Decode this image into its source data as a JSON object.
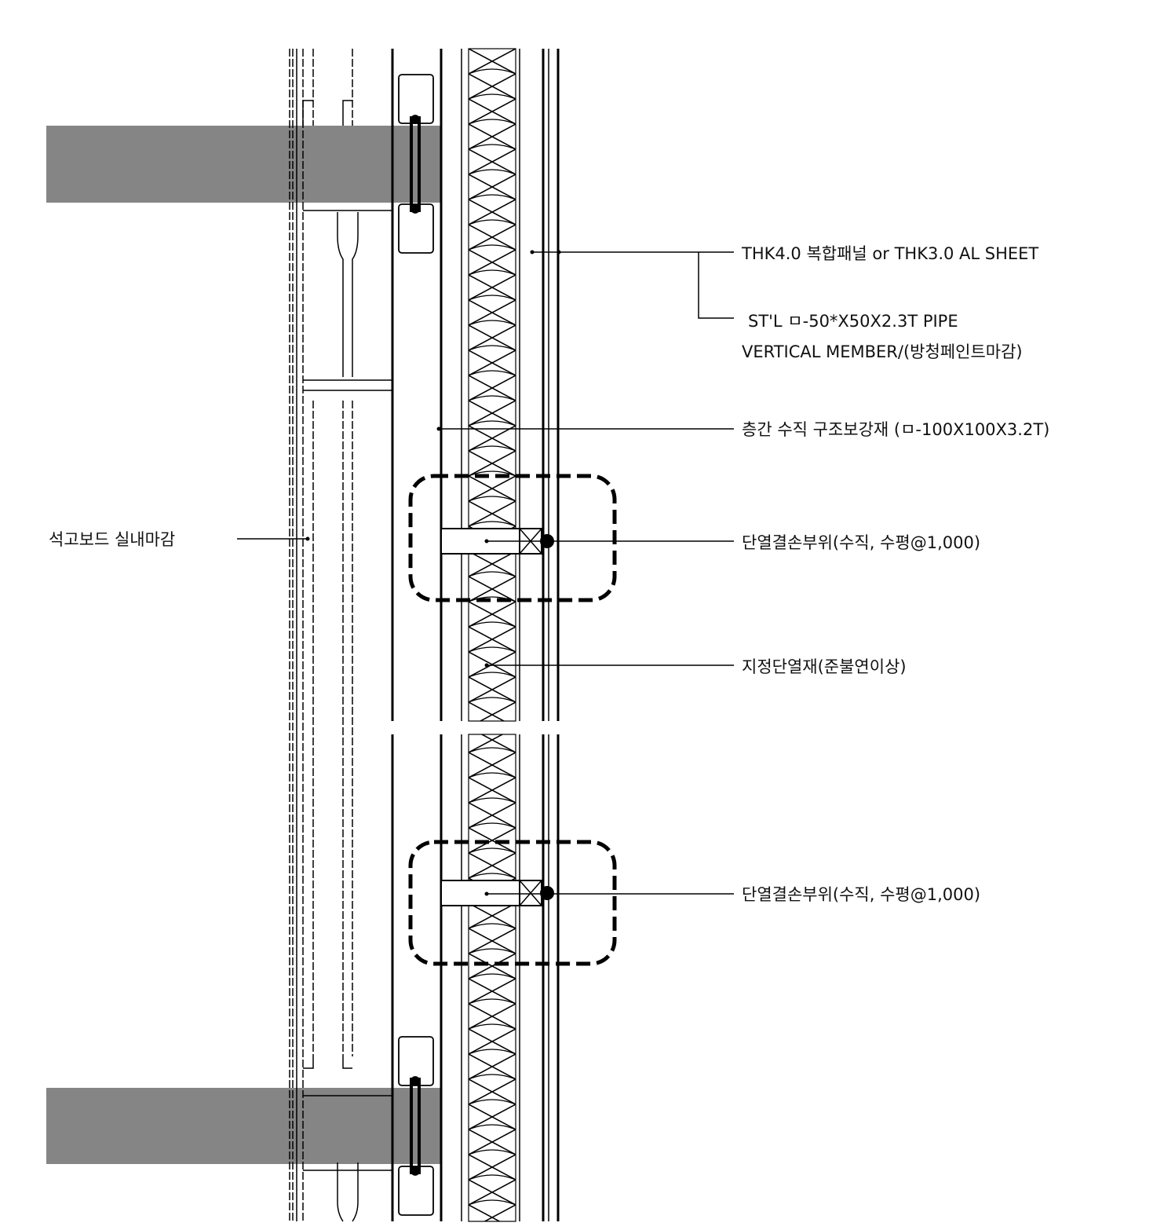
{
  "labels": {
    "panel": "THK4.0 복합패널  or THK3.0 AL SHEET",
    "pipe_line1": "ST'L ㅁ-50*X50X2.3T PIPE",
    "pipe_line2": "VERTICAL MEMBER/(방청페인트마감)",
    "reinforcement": "층간 수직 구조보강재 (ㅁ-100X100X3.2T)",
    "thermal_bridge_upper": "단열결손부위(수직, 수평@1,000)",
    "insulation": "지정단열재(준불연이상)",
    "thermal_bridge_lower": "단열결손부위(수직, 수평@1,000)",
    "gypsum": "석고보드 실내마감"
  },
  "colors": {
    "slab": "#858585",
    "line": "#000000",
    "background": "#ffffff"
  }
}
